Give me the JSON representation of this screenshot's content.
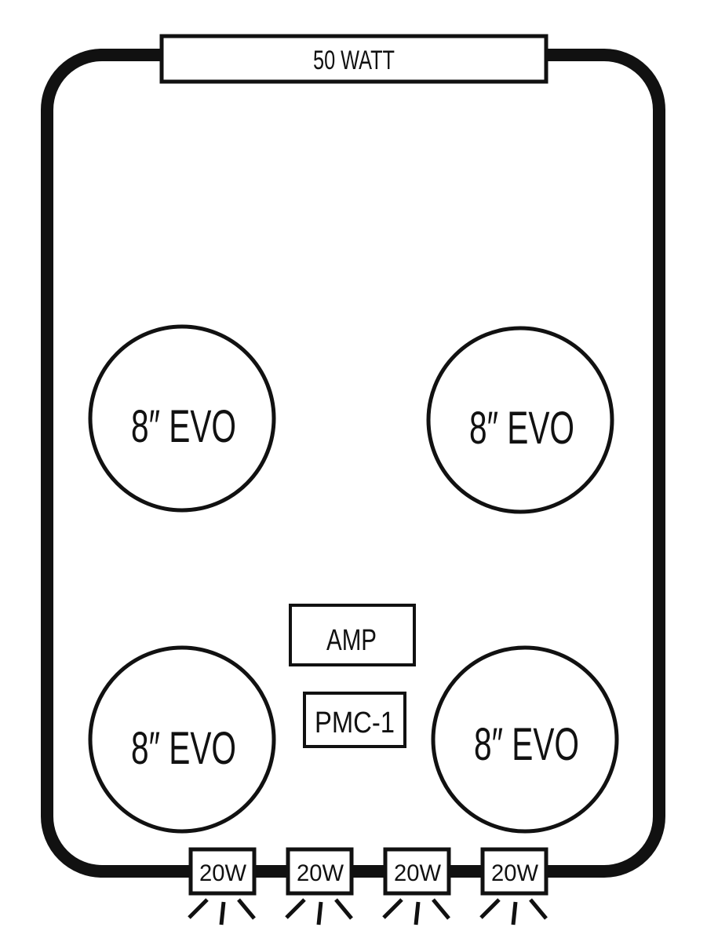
{
  "diagram": {
    "top_bar": {
      "label": "50 WATT"
    },
    "speakers": [
      {
        "label": "8″ EVO"
      },
      {
        "label": "8″ EVO"
      },
      {
        "label": "8″ EVO"
      },
      {
        "label": "8″ EVO"
      }
    ],
    "amp": {
      "label": "AMP"
    },
    "controller": {
      "label": "PMC-1"
    },
    "lights": [
      {
        "label": "20W"
      },
      {
        "label": "20W"
      },
      {
        "label": "20W"
      },
      {
        "label": "20W"
      }
    ],
    "colors": {
      "stroke": "#111111",
      "background": "#ffffff"
    }
  }
}
